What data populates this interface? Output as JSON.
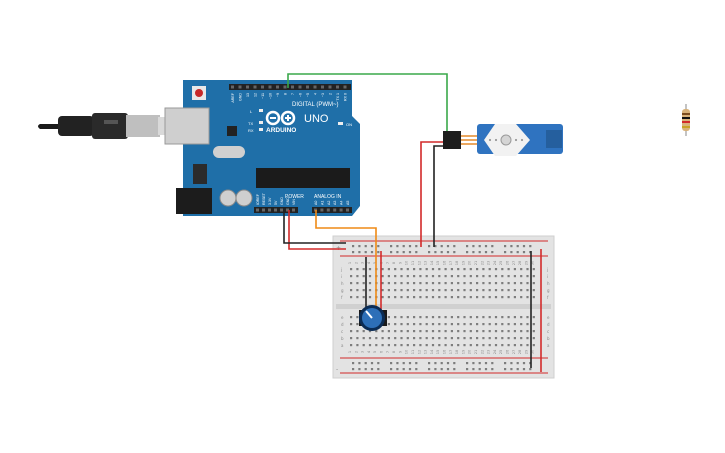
{
  "canvas": {
    "background": "#ffffff"
  },
  "arduino": {
    "brand": "ARDUINO",
    "model": "UNO",
    "digital_header_label": "DIGITAL (PWM~)",
    "power_header_label": "POWER",
    "analog_header_label": "ANALOG IN",
    "led_labels": [
      "L",
      "TX",
      "RX"
    ],
    "on_label": "ON",
    "digital_pin_labels": [
      "AREF",
      "GND",
      "13",
      "12",
      "~11",
      "~10",
      "~9",
      "8",
      "7",
      "~6",
      "~5",
      "4",
      "~3",
      "2",
      "TX 1",
      "RX 0"
    ],
    "power_pin_labels": [
      "IOREF",
      "RESET",
      "3.3V",
      "5V",
      "GND",
      "GND",
      "VIN"
    ],
    "analog_pin_labels": [
      "A0",
      "A1",
      "A2",
      "A3",
      "A4",
      "A5"
    ],
    "board_color": "#1f6fa8"
  },
  "breadboard": {
    "column_numbers": [
      "1",
      "2",
      "3",
      "4",
      "5",
      "6",
      "7",
      "8",
      "9",
      "10",
      "11",
      "12",
      "13",
      "14",
      "15",
      "16",
      "17",
      "18",
      "19",
      "20",
      "21",
      "22",
      "23",
      "24",
      "25",
      "26",
      "27",
      "28",
      "29",
      "30"
    ],
    "row_letters_top": [
      "j",
      "i",
      "h",
      "g",
      "f"
    ],
    "row_letters_bottom": [
      "e",
      "d",
      "c",
      "b",
      "a"
    ],
    "rail_plus": "+",
    "rail_minus": "-"
  },
  "components": {
    "servo": {
      "color": "#2f73c0"
    },
    "potentiometer": {
      "color": "#2d6fb8"
    },
    "resistor": {
      "color": "#d8b27a"
    },
    "usb_cable": {
      "color": "#222222"
    }
  },
  "wires": {
    "red": "#d22a2a",
    "black": "#222222",
    "green": "#3aa84a",
    "orange": "#ef8a16"
  }
}
